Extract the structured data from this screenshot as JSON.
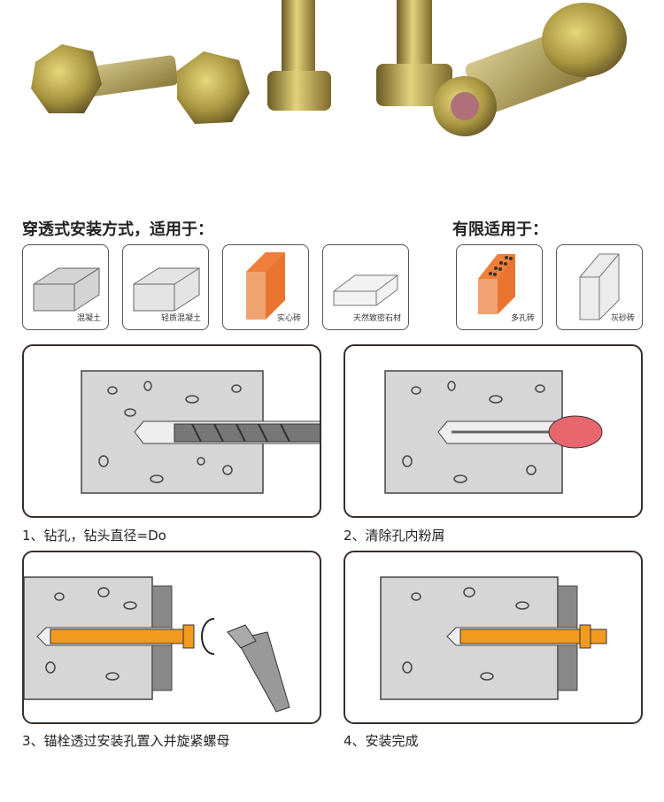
{
  "section_full": {
    "title": "穿透式安装方式，适用于："
  },
  "section_limited": {
    "title": "有限适用于："
  },
  "materials_full": [
    {
      "label": "混凝土"
    },
    {
      "label": "轻质混凝土"
    },
    {
      "label": "实心砖"
    },
    {
      "label": "天然致密石材"
    }
  ],
  "materials_limited": [
    {
      "label": "多孔砖"
    },
    {
      "label": "灰砂砖"
    }
  ],
  "steps": [
    {
      "caption": "1、钻孔，钻头直径=Do"
    },
    {
      "caption": "2、清除孔内粉屑"
    },
    {
      "caption": "3、锚栓透过安装孔置入并旋紧螺母"
    },
    {
      "caption": "4、安装完成"
    }
  ],
  "colors": {
    "brick": "#ef7f3a",
    "anchor": "#f39a1e",
    "concrete": "#d6d6d6",
    "bulb": "#e8676f",
    "border": "#3a2e2a"
  }
}
